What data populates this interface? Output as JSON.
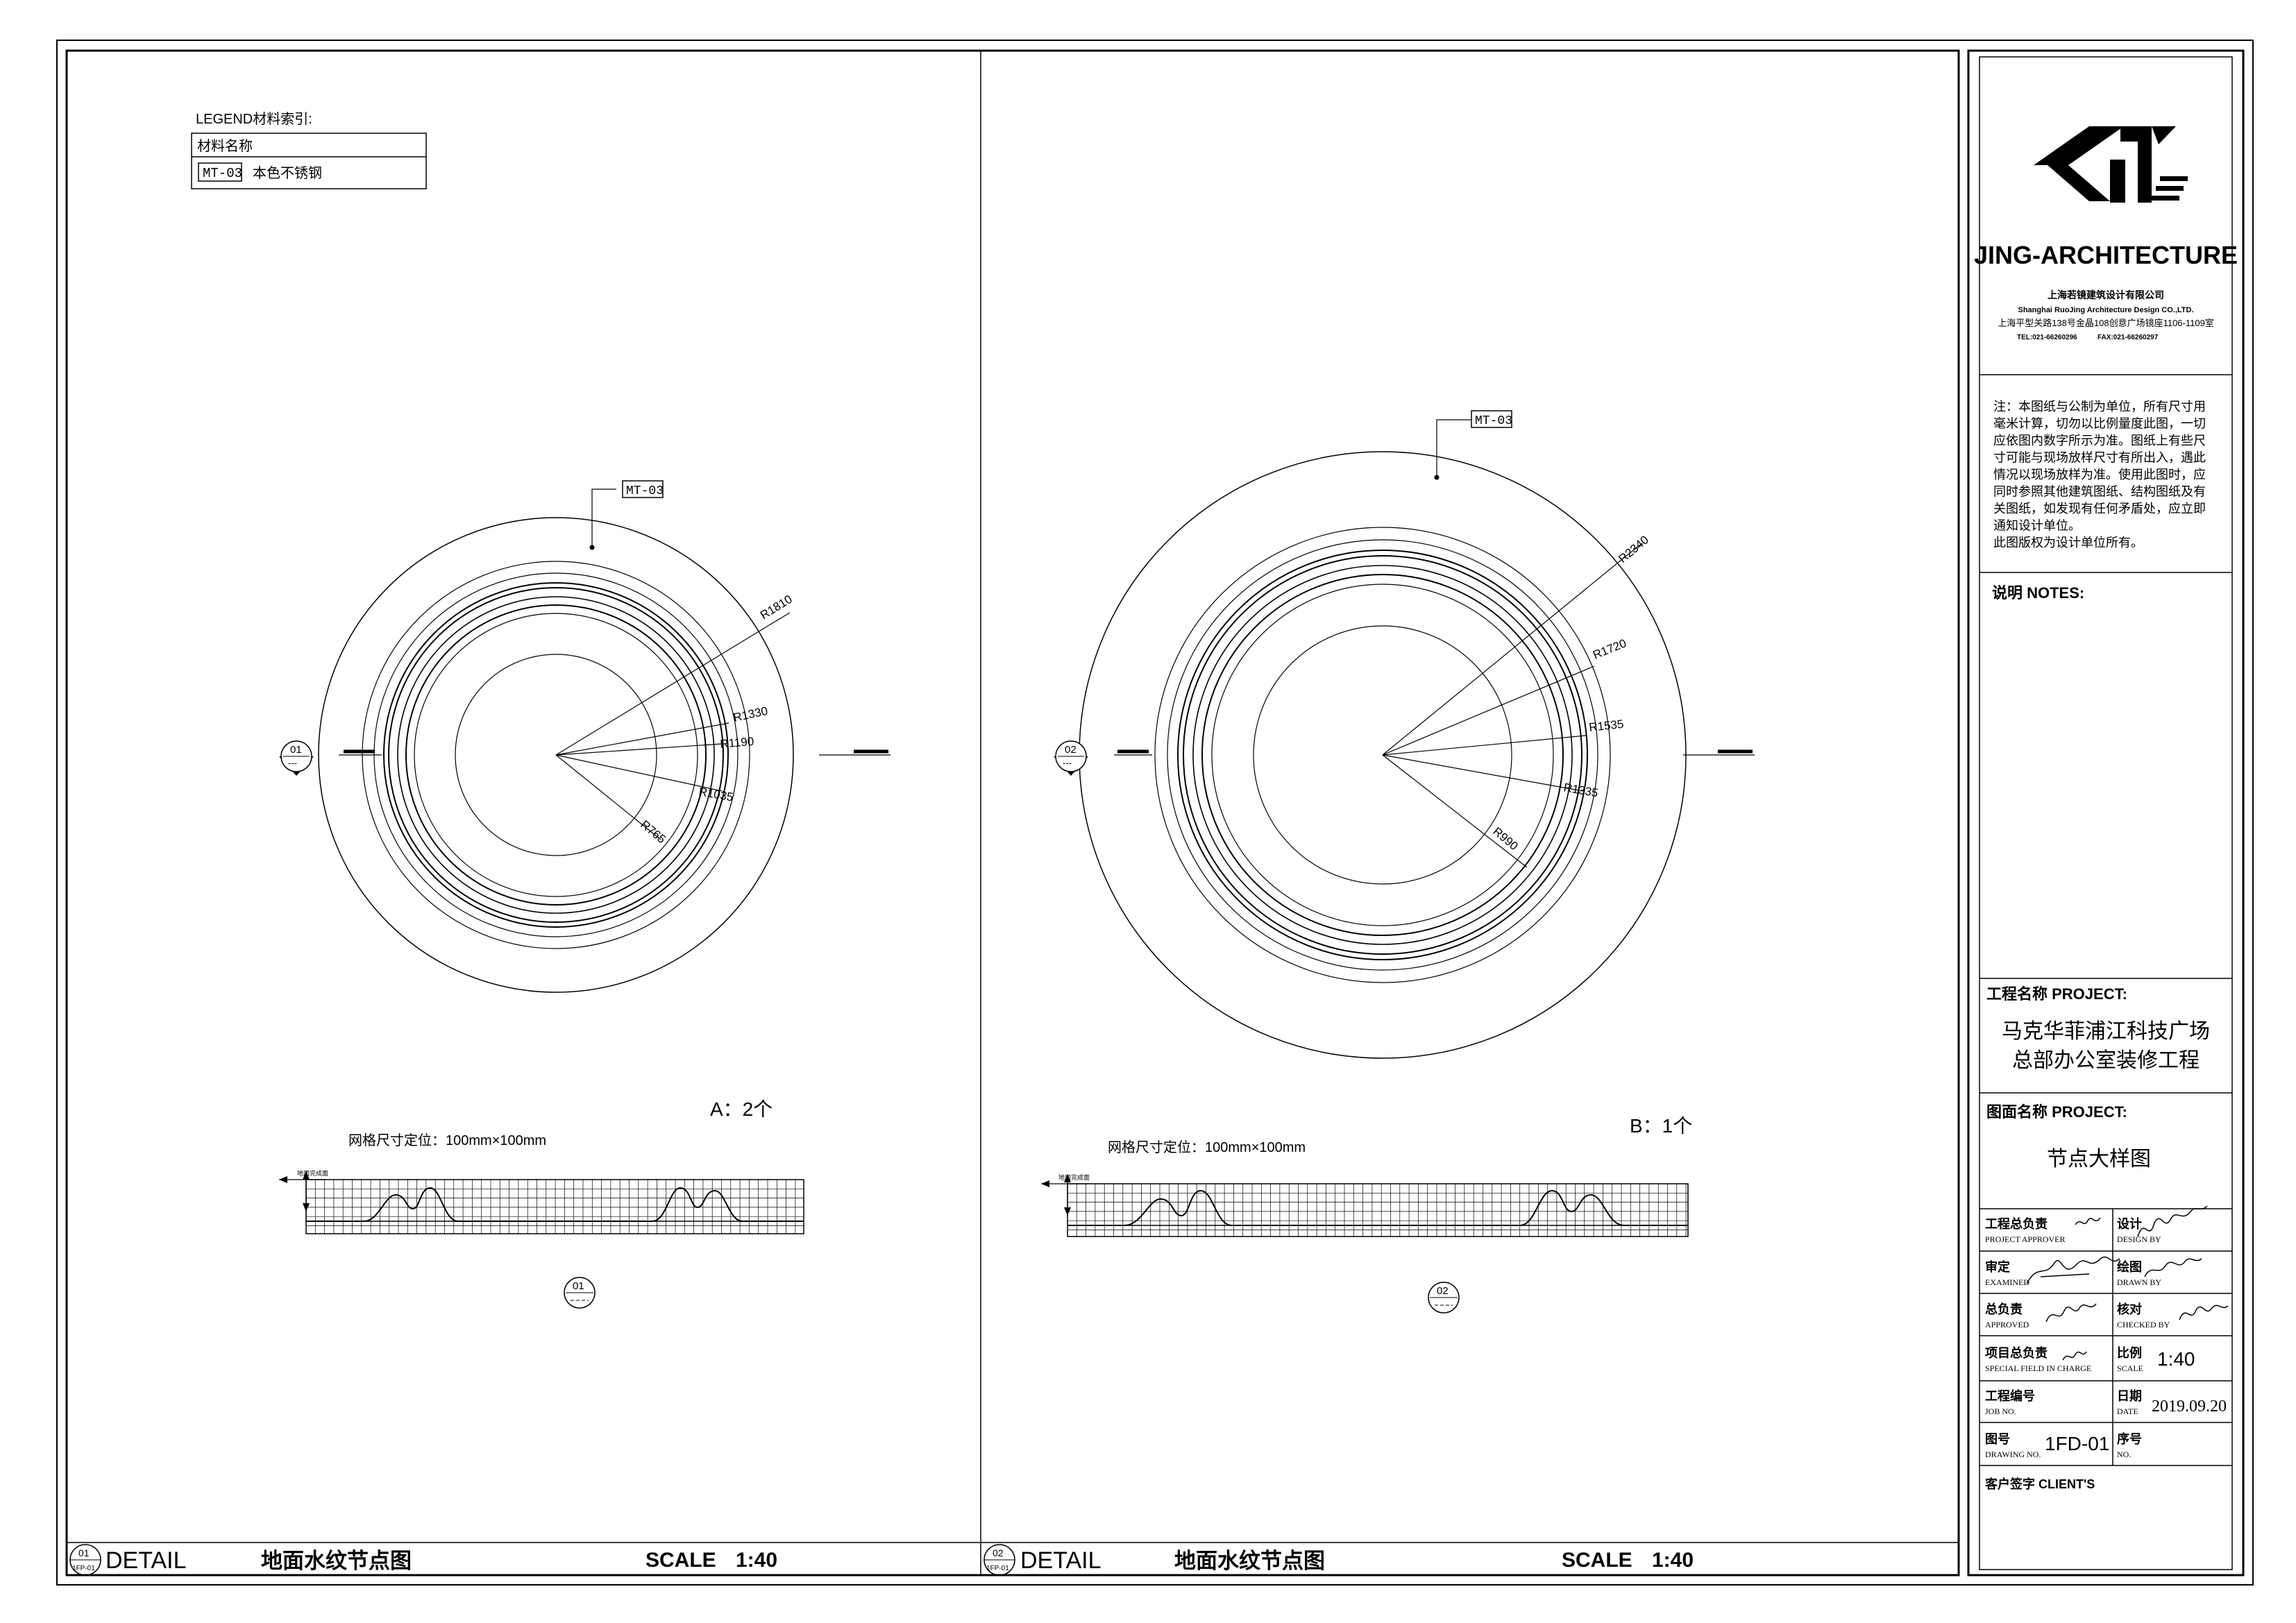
{
  "legend": {
    "title": "LEGEND材料索引:",
    "header": "材料名称",
    "code": "MT-03",
    "material": "本色不锈钢"
  },
  "material_tag": "MT-03",
  "detail_a": {
    "marker_num": "01",
    "marker_sub": "---",
    "radii_labels": [
      "R1810",
      "R1330",
      "R1190",
      "R1035",
      "R765"
    ],
    "quantity": "A：2个",
    "grid_note": "网格尺寸定位：100mm×100mm",
    "grid_axis_label": "地面完成面",
    "bottom_marker": "01"
  },
  "detail_b": {
    "marker_num": "02",
    "marker_sub": "---",
    "radii_labels": [
      "R2340",
      "R1720",
      "R1535",
      "R1335",
      "R990"
    ],
    "quantity": "B：1个",
    "grid_note": "网格尺寸定位：100mm×100mm",
    "grid_axis_label": "地面完成面",
    "bottom_marker": "02"
  },
  "bottom_bar": [
    {
      "num": "01",
      "sub": "1FP-01",
      "detail": "DETAIL",
      "title": "地面水纹节点图",
      "scale_label": "SCALE",
      "scale": "1:40"
    },
    {
      "num": "02",
      "sub": "1FP-01",
      "detail": "DETAIL",
      "title": "地面水纹节点图",
      "scale_label": "SCALE",
      "scale": "1:40"
    }
  ],
  "title_block": {
    "brand": "JING-ARCHITECTURE",
    "company_cn": "上海若镜建筑设计有限公司",
    "company_en": "Shanghai RuoJing Architecture Design CO.,LTD.",
    "address": "上海平型关路138号金晶108创意广场镜座1106-1109室",
    "tel": "TEL:021-66260296",
    "fax": "FAX:021-66260297",
    "note_lines": [
      "注：本图纸与公制为单位，所有尺寸用",
      "毫米计算，切勿以比例量度此图，一切",
      "应依图内数字所示为准。图纸上有些尺",
      "寸可能与现场放样尺寸有所出入，遇此",
      "情况以现场放样为准。使用此图时，应",
      "同时参照其他建筑图纸、结构图纸及有",
      "关图纸，如发现有任何矛盾处，应立即",
      "通知设计单位。",
      "此图版权为设计单位所有。"
    ],
    "notes_label": "说明  NOTES:",
    "project_label": "工程名称 PROJECT:",
    "project_line1": "马克华菲浦江科技广场",
    "project_line2": "总部办公室装修工程",
    "drawing_label": "图面名称 PROJECT:",
    "drawing_name": "节点大样图",
    "approver_cn": "工程总负责",
    "approver_en": "PROJECT APPROVER",
    "design_cn": "设计",
    "design_en": "DESIGN BY",
    "examined_cn": "审定",
    "examined_en": "EXAMINED",
    "drawn_cn": "绘图",
    "drawn_en": "DRAWN BY",
    "approved_cn": "总负责",
    "approved_en": "APPROVED",
    "checked_cn": "核对",
    "checked_en": "CHECKED BY",
    "special_cn": "项目总负责",
    "special_en": "SPECIAL FIELD IN CHARGE",
    "scale_cn": "比例",
    "scale_en": "SCALE",
    "scale_value": "1:40",
    "job_cn": "工程编号",
    "job_en": "JOB NO.",
    "date_cn": "日期",
    "date_en": "DATE",
    "date_value": "2019.09.20",
    "drawing_no_cn": "图号",
    "drawing_no_en": "DRAWING NO.",
    "drawing_no_value": "1FD-01",
    "seq_cn": "序号",
    "seq_en": "NO.",
    "client_label": "客户签字 CLIENT'S"
  }
}
